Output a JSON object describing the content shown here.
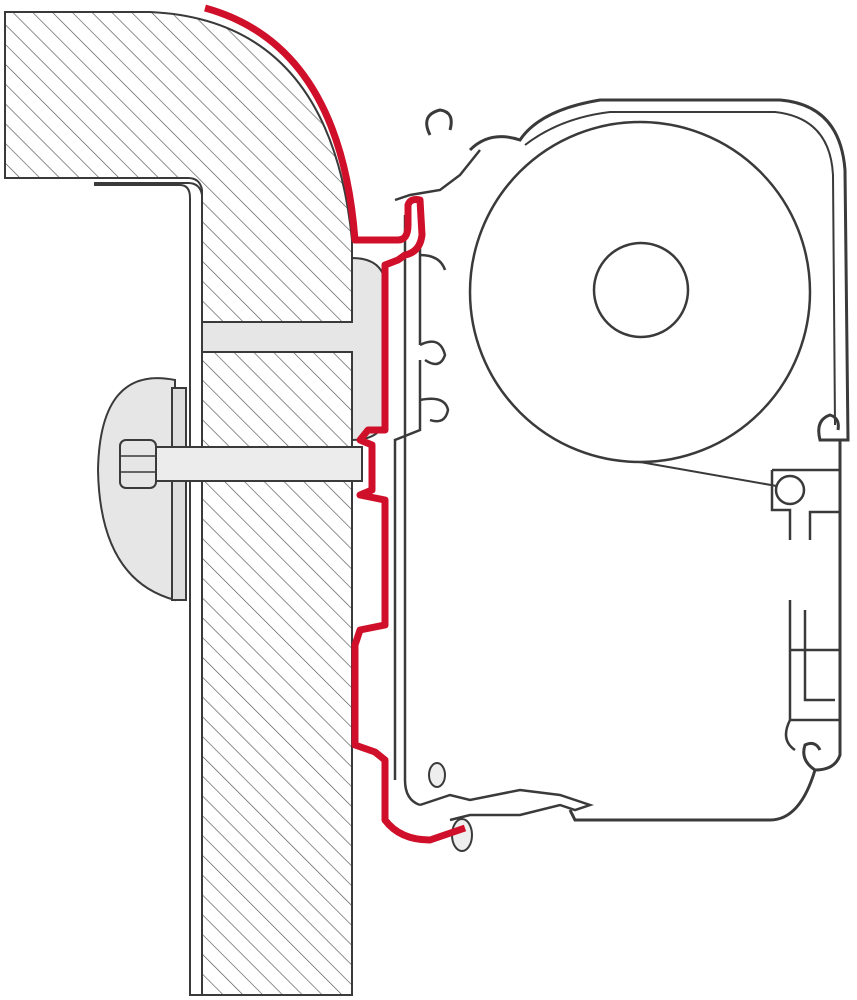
{
  "diagram": {
    "colors": {
      "adapter": "#d0102a",
      "outline": "#3a3a3a",
      "hatch": "#555555",
      "fill_light": "#e6e6e6",
      "background": "#ffffff"
    },
    "parts": [
      "wall-section",
      "adapter-rail",
      "mounting-bolt",
      "awning-case",
      "fabric-roller",
      "lead-rail"
    ]
  }
}
